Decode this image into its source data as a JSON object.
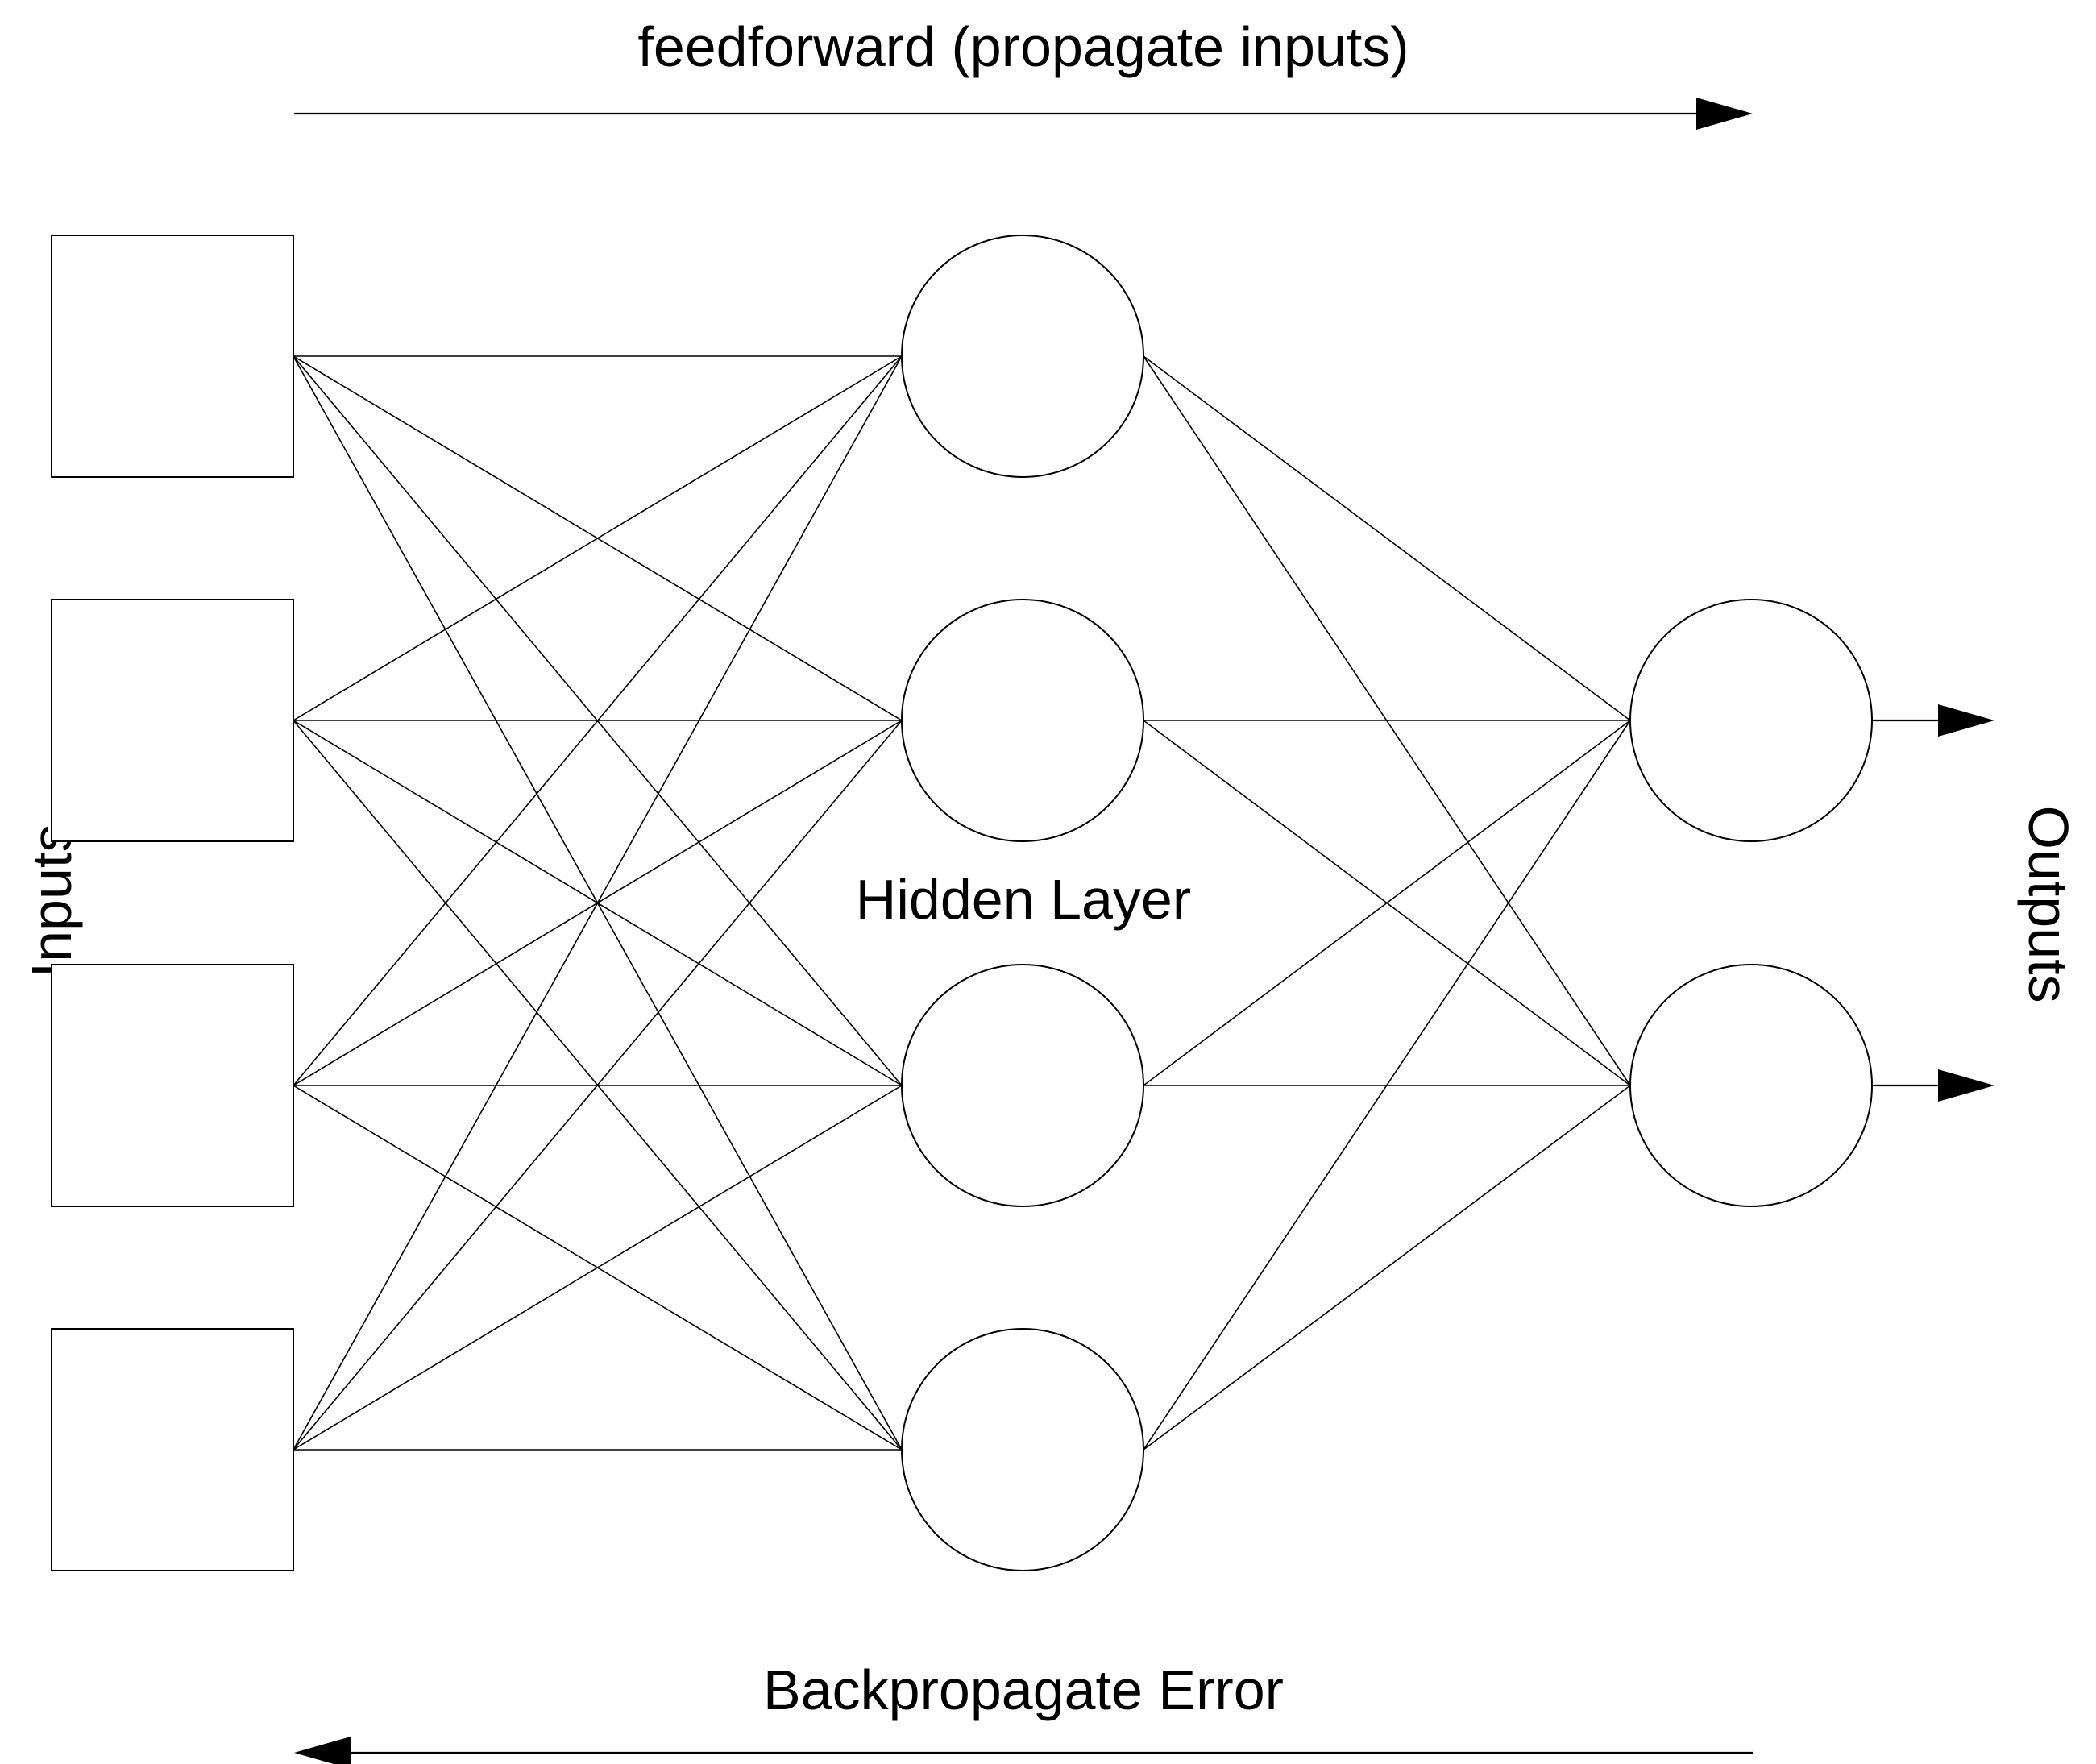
{
  "diagram": {
    "top_label": "feedforward (propagate inputs)",
    "bottom_label": "Backpropagate Error",
    "left_label": "Inputs",
    "right_label": "Outputs",
    "center_label": "Hidden Layer"
  },
  "network": {
    "input_count": 4,
    "hidden_count": 4,
    "output_count": 2
  }
}
